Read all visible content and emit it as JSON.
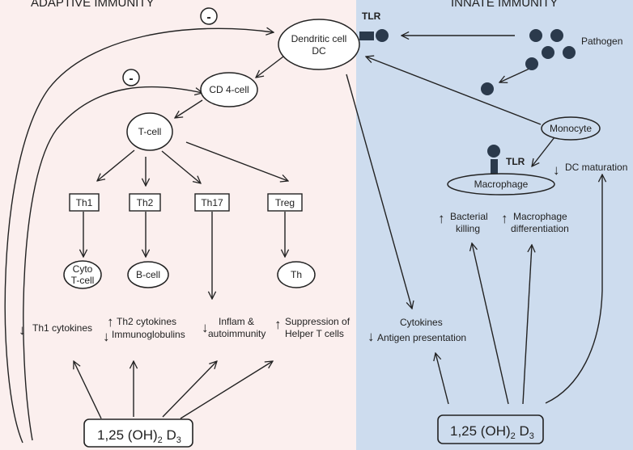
{
  "panels": {
    "adaptive": {
      "title": "ADAPTIVE IMMUNITY",
      "bg": "#fbefee"
    },
    "innate": {
      "title": "INNATE IMMUNITY",
      "bg": "#cddcee"
    }
  },
  "nodes": {
    "dendritic_line1": "Dendritic cell",
    "dendritic_line2": "DC",
    "cd4": "CD 4-cell",
    "tcell": "T-cell",
    "th1": "Th1",
    "th2": "Th2",
    "th17": "Th17",
    "treg": "Treg",
    "cyto_line1": "Cyto",
    "cyto_line2": "T-cell",
    "bcell": "B-cell",
    "th": "Th",
    "monocyte": "Monocyte",
    "macrophage": "Macrophage",
    "pathogen": "Pathogen",
    "tlr_dc": "TLR",
    "tlr_mac": "TLR"
  },
  "inhibit_symbol": "-",
  "effects": {
    "th1_cytokines": "Th1 cytokines",
    "th2_cytokines": "Th2 cytokines",
    "immunoglobulins": "Immunoglobulins",
    "inflam_line1": "Inflam &",
    "inflam_line2": "autoimmunity",
    "suppression_line1": "Suppression of",
    "suppression_line2": "Helper T cells",
    "cytokines": "Cytokines",
    "antigen": "Antigen presentation",
    "bacterial_line1": "Bacterial",
    "bacterial_line2": "killing",
    "macro_diff_line1": "Macrophage",
    "macro_diff_line2": "differentiation",
    "dc_maturation": "DC maturation"
  },
  "arrows": {
    "up": "↑",
    "down": "↓"
  },
  "vitd": {
    "base": "1,25 (OH)",
    "sub": "2",
    "mid": " D",
    "sub2": "3"
  },
  "colors": {
    "line": "#222222",
    "dot": "#2b3a4c",
    "node_fill": "#ffffff"
  }
}
